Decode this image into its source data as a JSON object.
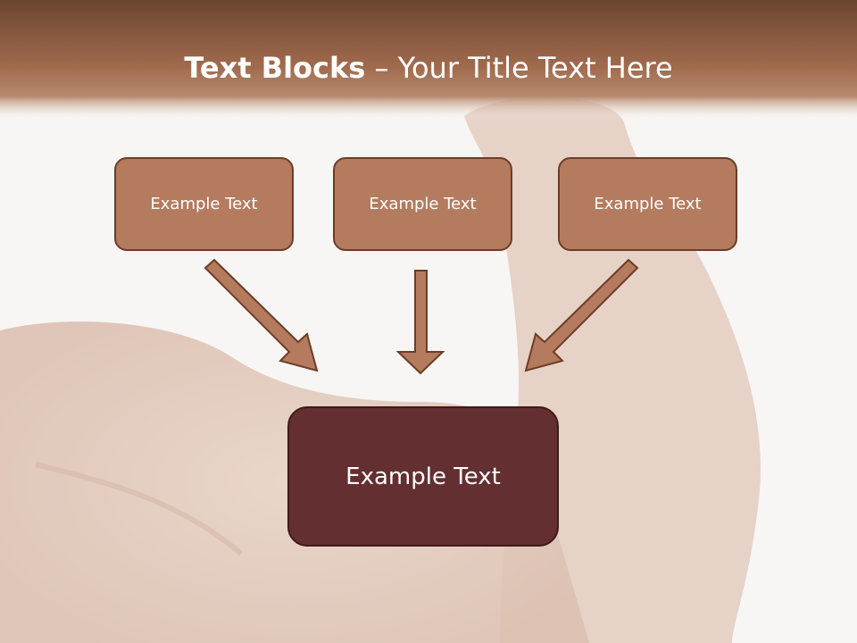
{
  "title": {
    "bold": "Text Blocks",
    "dash": " – ",
    "rest": "Your Title Text Here"
  },
  "blocks": [
    {
      "label": "Example Text"
    },
    {
      "label": "Example Text"
    },
    {
      "label": "Example Text"
    }
  ],
  "target": {
    "label": "Example Text"
  },
  "colors": {
    "header": "#8a5235",
    "box_fill": "#b47b5e",
    "box_border": "#6e3c25",
    "target_fill": "#642f30"
  }
}
